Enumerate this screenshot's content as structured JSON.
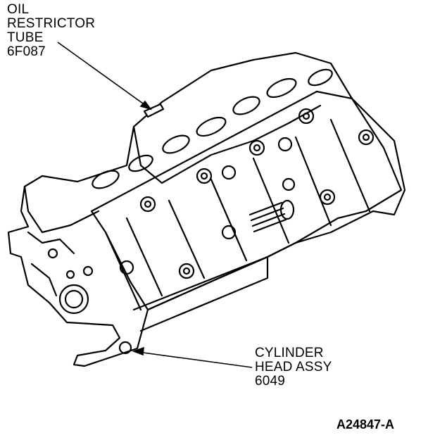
{
  "labels": {
    "oil_restrictor_tube": [
      "OIL",
      "RESTRICTOR",
      "TUBE",
      "6F087"
    ],
    "cylinder_head_assy": [
      "CYLINDER",
      "HEAD ASSY",
      "6049"
    ]
  },
  "figure_id": "A24847-A",
  "colors": {
    "ink": "#000000",
    "paper": "#ffffff"
  }
}
